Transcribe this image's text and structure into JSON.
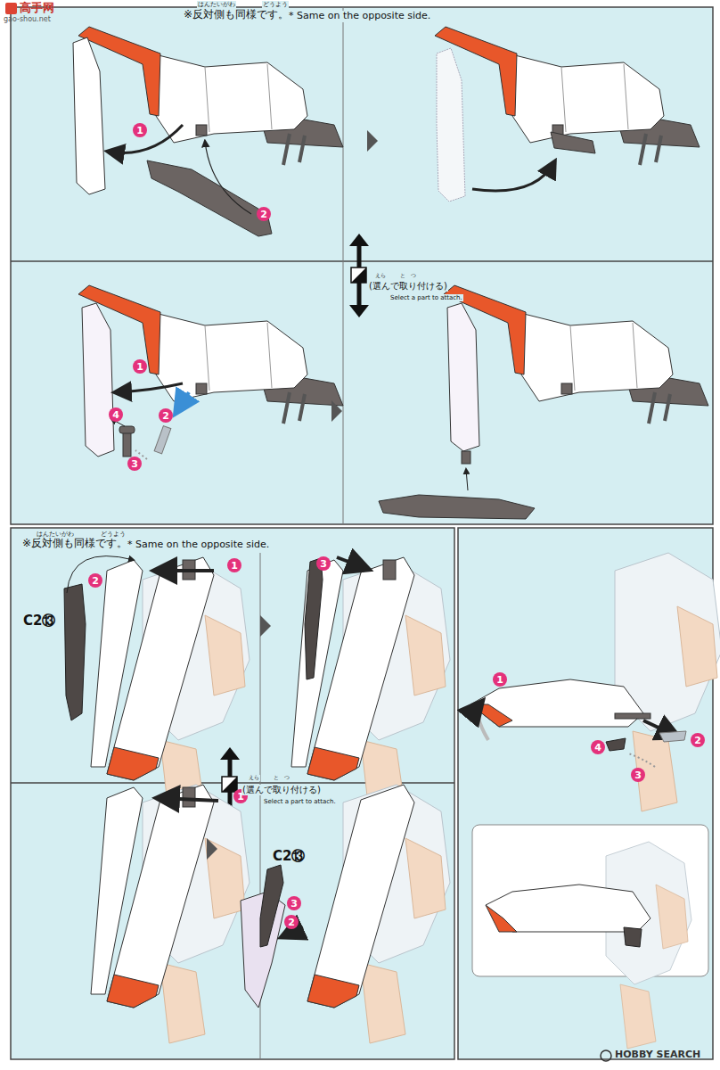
{
  "diagram": {
    "nodes": [
      {
        "text": [
          "1"
        ]
      },
      {
        "text": [
          "2"
        ]
      },
      {
        "text": [
          "1"
        ]
      },
      {
        "text": [
          "4"
        ]
      },
      {
        "text": [
          "2"
        ]
      },
      {
        "text": [
          "3"
        ]
      },
      {
        "text": [
          "2"
        ]
      },
      {
        "text": [
          "1"
        ]
      },
      {
        "text": [
          "3"
        ]
      },
      {
        "text": [
          "1"
        ]
      },
      {
        "text": [
          "4"
        ]
      },
      {
        "text": [
          "2"
        ]
      },
      {
        "text": [
          "3"
        ]
      },
      {
        "text": [
          "1"
        ]
      },
      {
        "text": [
          "3"
        ]
      },
      {
        "text": [
          "2"
        ]
      }
    ],
    "labels": [
      "高手网",
      "gao-shou.net",
      "はんたいがわ",
      "どうよう",
      "※反対側も同様です。",
      "* Same on the opposite side.",
      "えら",
      "と",
      "つ",
      "(選んで取り付ける)",
      "Select a part to attach.",
      "はんたいがわ",
      "どうよう",
      "※反対側も同様です。",
      "* Same on the opposite side.",
      "C2⑬",
      "えら",
      "と",
      "つ",
      "(選んで取り付ける)",
      "Select a part to attach.",
      "C2⑬",
      "HOBBY SEARCH"
    ]
  }
}
